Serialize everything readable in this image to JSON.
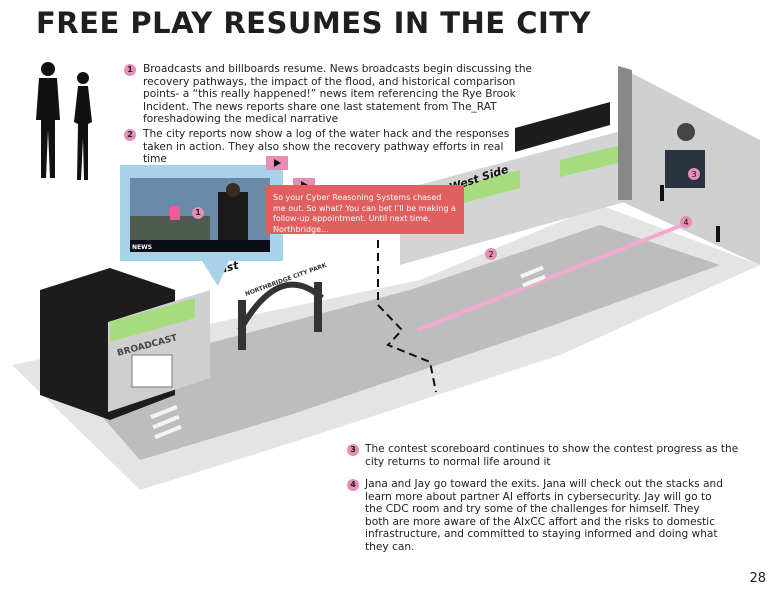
{
  "title": "FREE PLAY RESUMES IN THE CITY",
  "notes": [
    {
      "number": "1",
      "text": "Broadcasts and billboards resume. News broadcasts begin discussing the recovery pathways, the impact of the flood, and historical comparison points- a “this really happened!” news item referencing the Rye Brook Incident. The news reports share one last statement from The_RAT foreshadowing the medical narrative"
    },
    {
      "number": "2",
      "text": "The city reports now show a log of the water hack and the responses taken in action. They also show the recovery pathway efforts in real time"
    },
    {
      "number": "3",
      "text": "The contest scoreboard continues to show the contest progress as the city returns to normal life around it"
    },
    {
      "number": "4",
      "text": "Jana and Jay go toward the exits. Jana will check out the stacks and learn more about partner AI efforts in cybersecurity. Jay will go to the CDC room and try some of the challenges for himself. They both are more aware of the AIxCC affort and the risks to domestic infrastructure, and committed to staying informed and doing what they can."
    }
  ],
  "callout": {
    "text": "So your Cyber Reasoning Systems chased me out. So what? You can bet I’ll be making a follow-up appointment. Until next time, Northbridge..."
  },
  "map_labels": {
    "west_side": "West Side",
    "east": "East",
    "broadcast": "BROADCAST",
    "park": "NORTHBRIDGE CITY PARK",
    "news": "NEWS"
  },
  "markers": {
    "m1": "1",
    "m2": "2",
    "m3": "3",
    "m4": "4"
  },
  "page_number": "28",
  "colors": {
    "accent_pink": "#e58fb6",
    "callout_red": "#e06060",
    "green": "#a6dc7d",
    "frame_blue": "#a8d2ea"
  }
}
